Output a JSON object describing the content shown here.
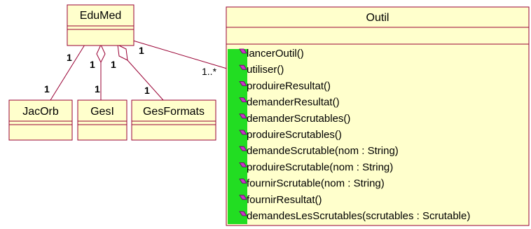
{
  "classes": {
    "edumed": {
      "name": "EduMed"
    },
    "jacorb": {
      "name": "JacOrb"
    },
    "gesl": {
      "name": "GesI"
    },
    "gesformats": {
      "name": "GesFormats"
    },
    "outil": {
      "name": "Outil",
      "operations": [
        "lancerOutil()",
        "utiliser()",
        "produireResultat()",
        "demanderResultat()",
        "demanderScrutables()",
        "produireScrutables()",
        "demandeScrutable(nom : String)",
        "produireScrutable(nom : String)",
        "fournirScrutable(nom : String)",
        "fournirResultat()",
        "demandesLesScrutables(scrutables : Scrutable)"
      ]
    }
  },
  "multiplicities": {
    "edumed_jacorb_top": "1",
    "edumed_jacorb_bottom": "1",
    "edumed_gesl_top": "1",
    "edumed_gesl_bottom": "1",
    "edumed_gesformats_top": "1",
    "edumed_gesformats_bottom": "1",
    "edumed_outil_start": "1",
    "edumed_outil_end": "1..*"
  },
  "colors": {
    "class_fill": "#ffffcc",
    "class_border": "#990033",
    "operation_bar": "#22dd22",
    "operation_icon": "#cc33cc"
  },
  "icons": {
    "operation": "operation-icon"
  }
}
